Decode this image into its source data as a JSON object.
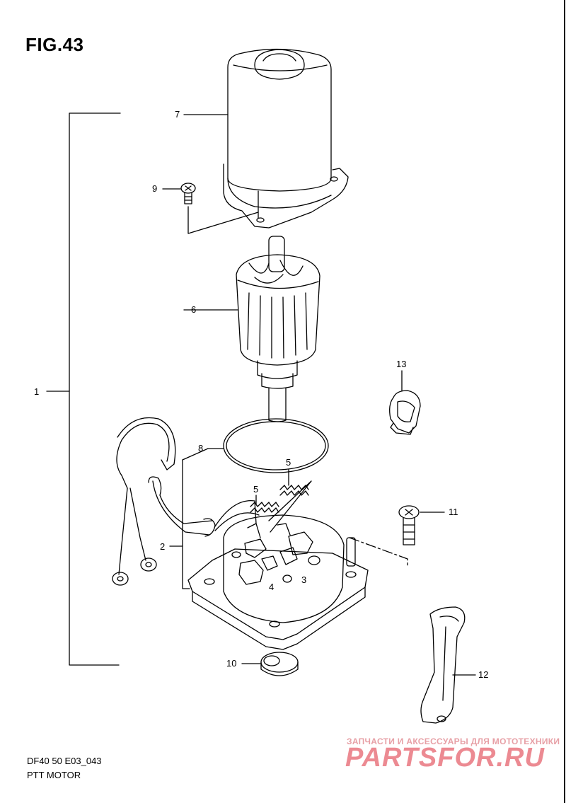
{
  "figure": {
    "title": "FIG.43",
    "code": "DF40 50 E03_043",
    "name": "PTT MOTOR"
  },
  "callouts": [
    "1",
    "2",
    "3",
    "4",
    "5",
    "5",
    "6",
    "7",
    "8",
    "9",
    "10",
    "11",
    "12",
    "13"
  ],
  "watermark": {
    "tagline": "ЗАПЧАСТИ И АКСЕССУАРЫ ДЛЯ МОТОТЕХНИКИ",
    "logo": "PARTSFOR.RU",
    "color": "#ec8a92"
  }
}
